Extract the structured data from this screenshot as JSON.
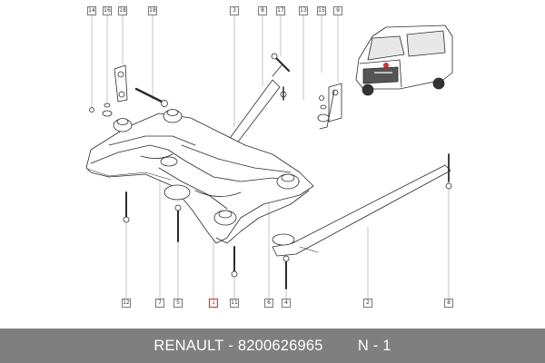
{
  "callouts": {
    "n14": "14",
    "n16": "16",
    "n18": "18",
    "n18b": "18",
    "n3": "3",
    "n8top": "8",
    "n17": "17",
    "n13": "13",
    "n15": "15",
    "n9": "9",
    "n12": "12",
    "n7": "7",
    "n5": "5",
    "n1": "1",
    "n11": "11",
    "n6": "6",
    "n4": "4",
    "n2": "2",
    "n8bot": "8"
  },
  "footer": {
    "brand": "RENAULT",
    "separator": " - ",
    "part_number": "8200626965",
    "position_label": "N - 1"
  },
  "colors": {
    "highlight": "#e32a2a",
    "footer_bg": "#7f7f7f",
    "line": "#2b2b2b"
  }
}
